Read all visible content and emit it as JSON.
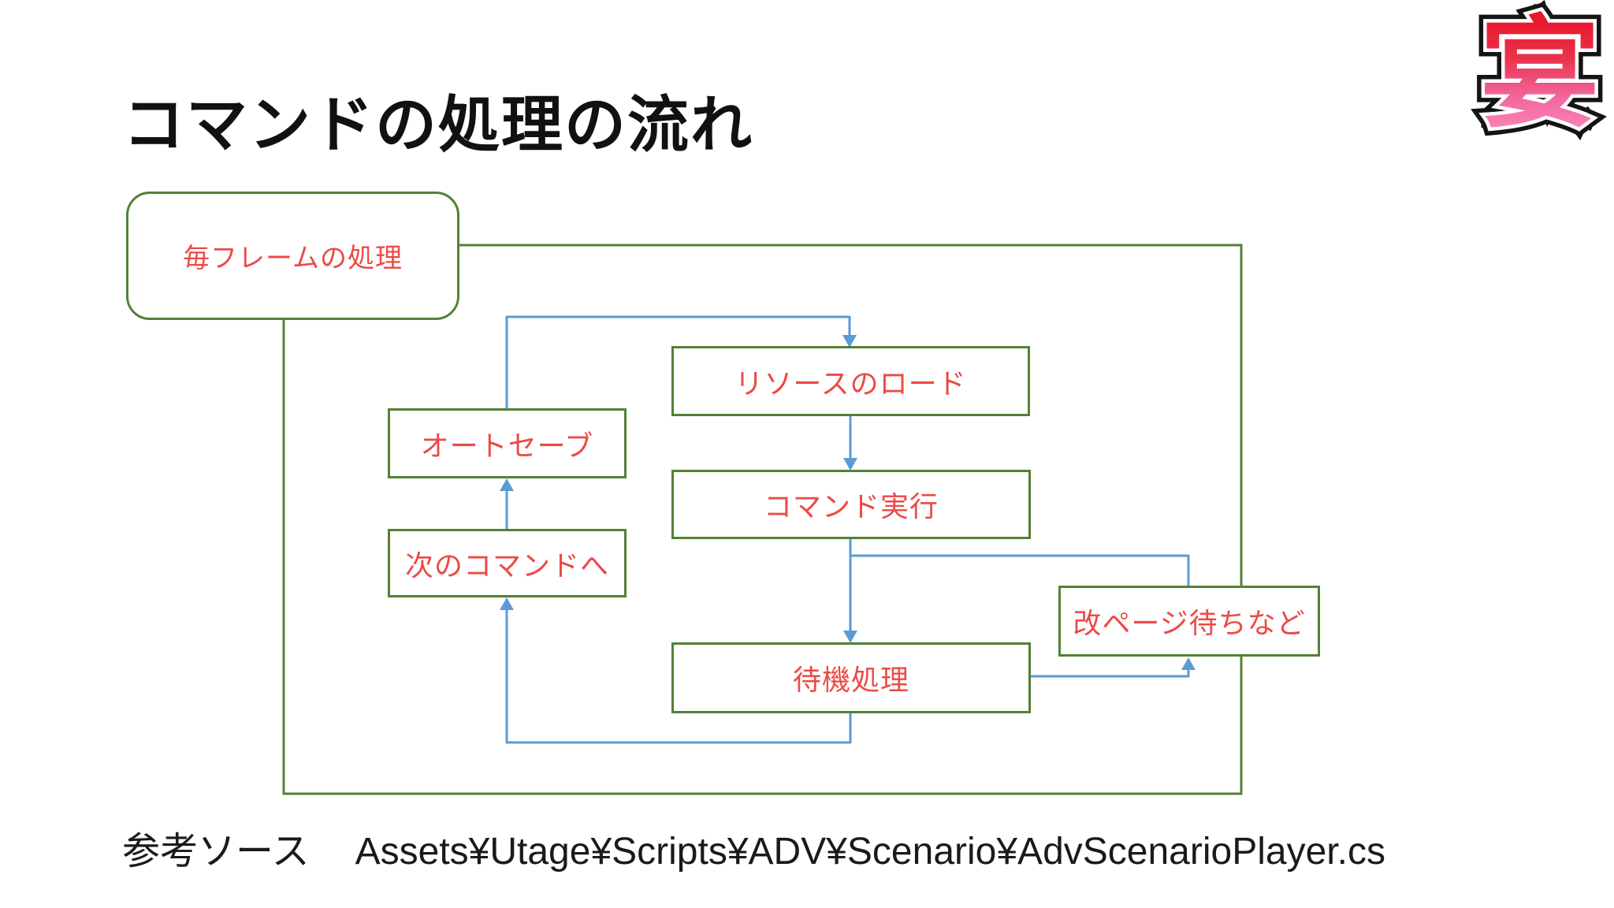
{
  "slide": {
    "title": "コマンドの処理の流れ",
    "logo_char": "宴",
    "footer_label": "参考ソース",
    "footer_path": "Assets¥Utage¥Scripts¥ADV¥Scenario¥AdvScenarioPlayer.cs"
  },
  "diagram": {
    "nodes": {
      "frame_loop": "毎フレームの処理",
      "resource_load": "リソースのロード",
      "auto_save": "オートセーブ",
      "command_exec": "コマンド実行",
      "next_command": "次のコマンドへ",
      "wait_process": "待機処理",
      "page_wait": "改ページ待ちなど"
    },
    "edges": [
      "auto_save → resource_load",
      "resource_load → command_exec",
      "command_exec → wait_process",
      "command_exec → page_wait",
      "wait_process → page_wait",
      "wait_process → next_command",
      "next_command → auto_save"
    ],
    "colors": {
      "node_border": "#538135",
      "node_text": "#ec4a47",
      "connector": "#5b9bd5",
      "title_text": "#111111",
      "logo_gradient_top": "#e8192c",
      "logo_gradient_bottom": "#fb87b8"
    }
  }
}
